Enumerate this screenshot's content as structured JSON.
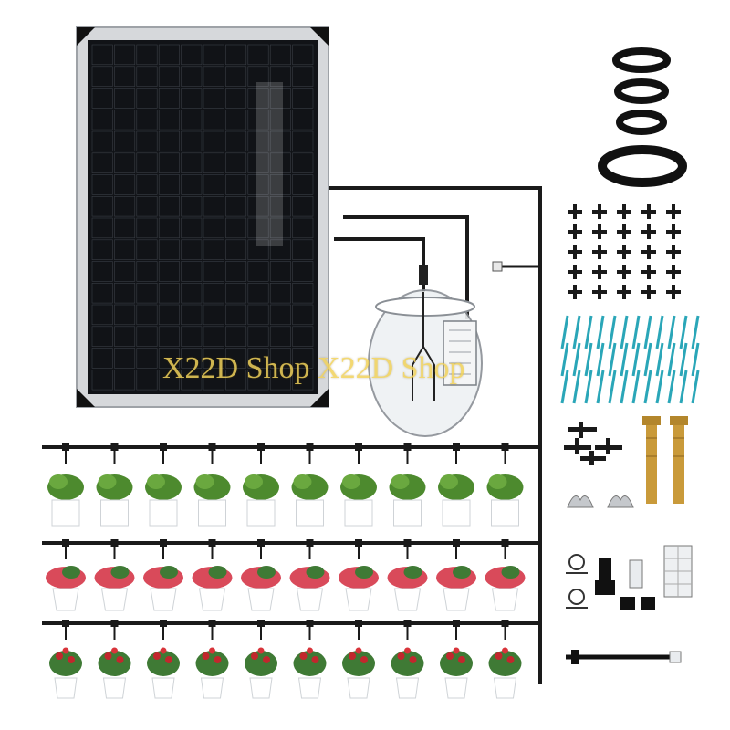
{
  "watermark": {
    "text": "X22D Shop X22D Shop"
  },
  "plants": {
    "rows": [
      {
        "kind": "green-leaf-plant",
        "count": 10
      },
      {
        "kind": "red-leaf-plant",
        "count": 10
      },
      {
        "kind": "rose-plant",
        "count": 10
      }
    ]
  },
  "accessories": {
    "tubing_rolls": 4,
    "tee_connectors": 25,
    "drip_stakes": 36
  },
  "colors": {
    "panel_cell": "#111317",
    "panel_frame": "#c9ccd0",
    "pipe": "#1a1a1a",
    "watermark": "#f1d25a",
    "stake": "#2aa6b8",
    "brass": "#c99a3a"
  }
}
